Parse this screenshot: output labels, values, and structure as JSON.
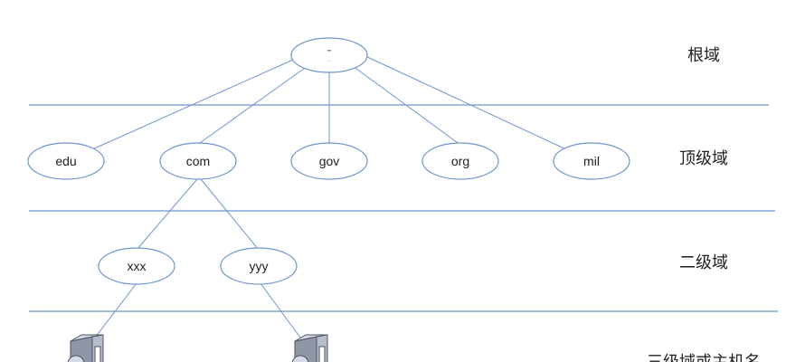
{
  "diagram": {
    "root": {
      "label": "\"\"",
      "dot": "."
    },
    "levels": [
      "根域",
      "顶级域",
      "二级域",
      "三级域或主机名"
    ],
    "top_level": [
      "edu",
      "com",
      "gov",
      "org",
      "mil"
    ],
    "second_level": [
      "xxx",
      "yyy"
    ]
  },
  "colors": {
    "line": "#6f95d0",
    "node_stroke": "#6f95d0",
    "text": "#222222",
    "server_body": "#8f96a6",
    "server_light": "#d6dbe6",
    "server_dark": "#4d5566"
  }
}
